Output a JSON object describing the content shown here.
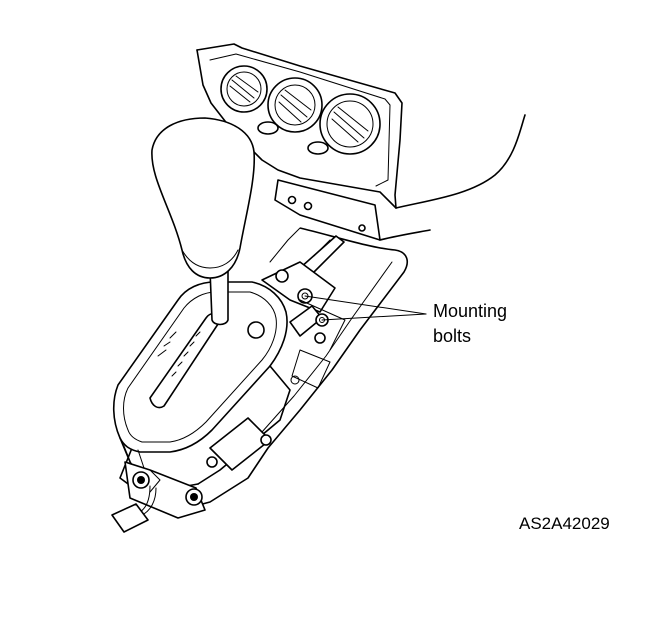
{
  "diagram": {
    "callout_label_line1": "Mounting",
    "callout_label_line2": "bolts",
    "reference_code": "AS2A42029"
  }
}
